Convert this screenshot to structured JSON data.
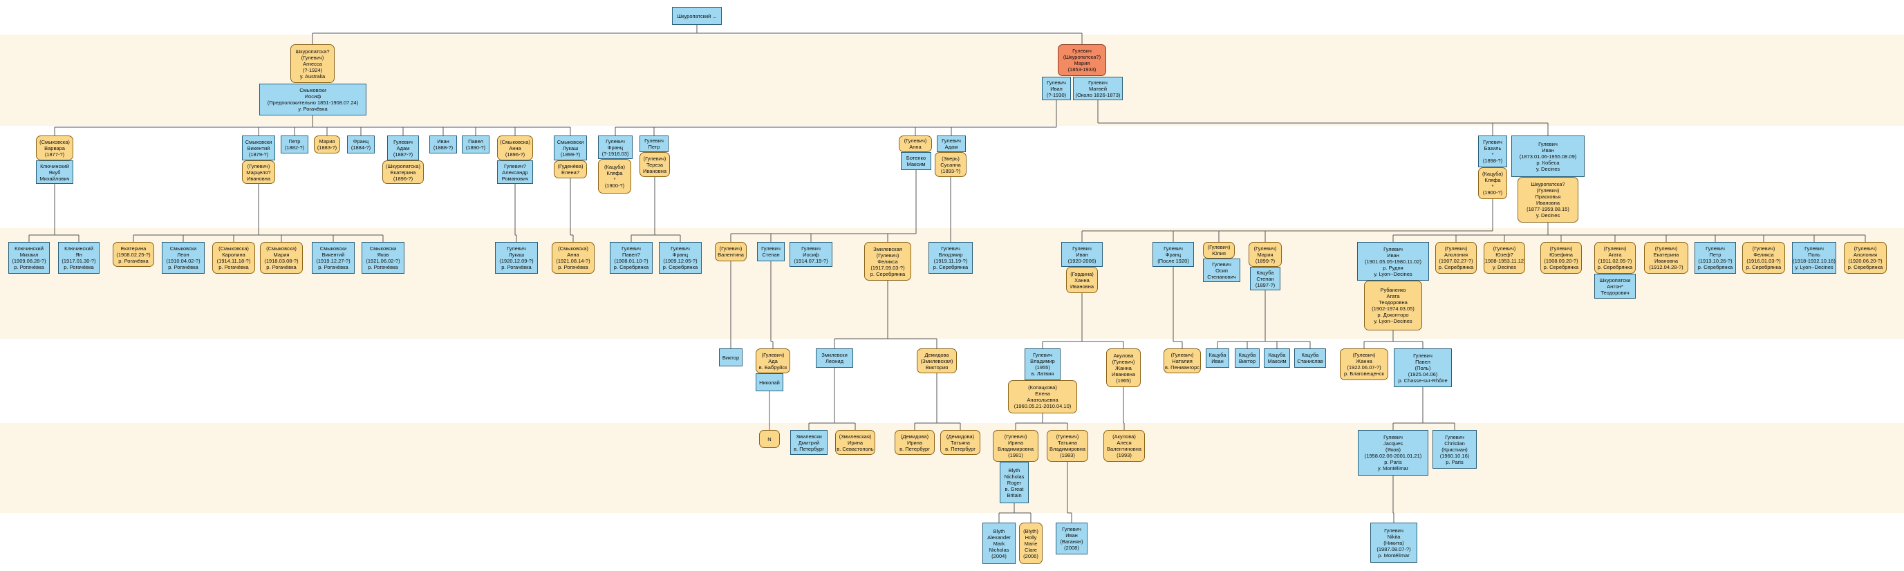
{
  "colors": {
    "male": "#9fd8f0",
    "female": "#fbd78a",
    "highlight": "#f28a63",
    "band": "#fdf5e6",
    "line": "#555555"
  },
  "nodes": [
    {
      "id": "root",
      "sex": "m",
      "lines": [
        "Шкуропатский ..."
      ]
    },
    {
      "id": "g1_agnessa",
      "sex": "f",
      "lines": [
        "Шкуропатска?",
        "(Гулевич)",
        "Агнесса",
        "(?-1924)",
        "у. Australia"
      ]
    },
    {
      "id": "g1_iosif",
      "sex": "m",
      "lines": [
        "Смыковски",
        "Иосиф",
        "(Предположительно 1851-1908.07.24)",
        "у. Рогачёвка"
      ]
    },
    {
      "id": "g1_maria",
      "sex": "hl",
      "lines": [
        "Гулевич",
        "(Шкуропатска?)",
        "Мария",
        "(1853-1933)"
      ]
    },
    {
      "id": "g1_ivan",
      "sex": "m",
      "lines": [
        "Гулевич",
        "Иван",
        "(?-1930)"
      ]
    },
    {
      "id": "g1_matvei",
      "sex": "m",
      "lines": [
        "Гулевич",
        "Матвей",
        "(Около 1826-1873)"
      ]
    },
    {
      "id": "g2_varvara",
      "sex": "f",
      "lines": [
        "(Смыковска)",
        "Варвара",
        "(1877-?)"
      ]
    },
    {
      "id": "g2_yakub",
      "sex": "m",
      "lines": [
        "Ключинский",
        "Якуб",
        "Михайлович"
      ]
    },
    {
      "id": "g2_vikentii",
      "sex": "m",
      "lines": [
        "Смыковски",
        "Викентий",
        "(1879-?)"
      ]
    },
    {
      "id": "g2_marcelya",
      "sex": "f",
      "lines": [
        "(Гулевич)",
        "Марцеля?",
        "Ивановна"
      ]
    },
    {
      "id": "g2_petr",
      "sex": "m",
      "lines": [
        "Петр",
        "(1882-?)"
      ]
    },
    {
      "id": "g2_maria",
      "sex": "f",
      "lines": [
        "Мария",
        "(1883-?)"
      ]
    },
    {
      "id": "g2_frants",
      "sex": "m",
      "lines": [
        "Франц",
        "(1884-?)"
      ]
    },
    {
      "id": "g2_adam",
      "sex": "m",
      "lines": [
        "Гулевич",
        "Адам",
        "(1887-?)"
      ]
    },
    {
      "id": "g2_ekaterina",
      "sex": "f",
      "lines": [
        "(Шкуропатска)",
        "Екатерина",
        "(1896-?)"
      ]
    },
    {
      "id": "g2_ivan",
      "sex": "m",
      "lines": [
        "Иван",
        "(1888-?)"
      ]
    },
    {
      "id": "g2_pavel",
      "sex": "m",
      "lines": [
        "Павел",
        "(1890-?)"
      ]
    },
    {
      "id": "g2_anna",
      "sex": "f",
      "lines": [
        "(Смыковска)",
        "Анна",
        "(1896-?)"
      ]
    },
    {
      "id": "g2_aleksandr",
      "sex": "m",
      "lines": [
        "Гулевич?",
        "Александр",
        "Романович"
      ]
    },
    {
      "id": "g2_lukash",
      "sex": "m",
      "lines": [
        "Смыковски",
        "Лукаш",
        "(1899-?)"
      ]
    },
    {
      "id": "g2_elena",
      "sex": "f",
      "lines": [
        "(Гуденёва)",
        "Елена?"
      ]
    },
    {
      "id": "g2_frants2",
      "sex": "m",
      "lines": [
        "Гулевич",
        "Франц",
        "(?-1918.03)"
      ]
    },
    {
      "id": "g2_klyafa",
      "sex": "f",
      "lines": [
        "(Кацуба)",
        "Кляфа",
        "*",
        "(1900-?)"
      ]
    },
    {
      "id": "g2_petr2",
      "sex": "m",
      "lines": [
        "Гулевич",
        "Петр"
      ]
    },
    {
      "id": "g2_tereza",
      "sex": "f",
      "lines": [
        "(Гулевич)",
        "Тереза",
        "Ивановна"
      ]
    },
    {
      "id": "g2_anna2",
      "sex": "f",
      "lines": [
        "(Гулевич)",
        "Анна"
      ]
    },
    {
      "id": "g2_botenko",
      "sex": "m",
      "lines": [
        "Ботенко",
        "Максим"
      ]
    },
    {
      "id": "g2_adam2",
      "sex": "m",
      "lines": [
        "Гулевич",
        "Адам"
      ]
    },
    {
      "id": "g2_susanna",
      "sex": "f",
      "lines": [
        "(Зверь)",
        "Сусанна",
        "(1893-?)"
      ]
    },
    {
      "id": "g2_bazyl",
      "sex": "m",
      "lines": [
        "Гулевич",
        "Базиль",
        "*",
        "(1898-?)"
      ]
    },
    {
      "id": "g2_klyafa2",
      "sex": "f",
      "lines": [
        "(Кацуба)",
        "Кляфа",
        "*",
        "(1900-?)"
      ]
    },
    {
      "id": "g2_ivan2",
      "sex": "m",
      "lines": [
        "Гулевич",
        "Иван",
        "(1873.01.06-1955.08.09)",
        "р. Кобеса",
        "у. Decines"
      ]
    },
    {
      "id": "g2_praskovya",
      "sex": "f",
      "lines": [
        "Шкуропатска?",
        "(Гулевич)",
        "Прасковья",
        "Ивановна",
        "(1877-1959.08.15)",
        "у. Decines"
      ]
    },
    {
      "id": "g3_mikhail",
      "sex": "m",
      "lines": [
        "Ключинский",
        "Михаил",
        "(1909.08.28-?)",
        "р. Рогачёвка"
      ]
    },
    {
      "id": "g3_yan",
      "sex": "m",
      "lines": [
        "Ключинский",
        "Ян",
        "(1917.01.30-?)",
        "р. Рогачёвка"
      ]
    },
    {
      "id": "g3_ekaterina",
      "sex": "f",
      "lines": [
        "Екатерина",
        "(1908.02.25-?)",
        "р. Рогачёвка"
      ]
    },
    {
      "id": "g3_leon",
      "sex": "m",
      "lines": [
        "Смыковски",
        "Леон",
        "(1910.04.02-?)",
        "р. Рогачёвка"
      ]
    },
    {
      "id": "g3_karolina",
      "sex": "f",
      "lines": [
        "(Смыковска)",
        "Каролина",
        "(1914.11.18-?)",
        "р. Рогачёвка"
      ]
    },
    {
      "id": "g3_maria",
      "sex": "f",
      "lines": [
        "(Смыковска)",
        "Мария",
        "(1918.03.08-?)",
        "р. Рогачёвка"
      ]
    },
    {
      "id": "g3_vikentii",
      "sex": "m",
      "lines": [
        "Смыковски",
        "Викентий",
        "(1919.12.27-?)",
        "р. Рогачёвка"
      ]
    },
    {
      "id": "g3_yakov",
      "sex": "m",
      "lines": [
        "Смыковски",
        "Яков",
        "(1921.06.02-?)",
        "р. Рогачёвка"
      ]
    },
    {
      "id": "g3_lukash",
      "sex": "m",
      "lines": [
        "Гулевич",
        "Лукаш",
        "(1920.12.09-?)",
        "р. Рогачёвка"
      ]
    },
    {
      "id": "g3_anna",
      "sex": "f",
      "lines": [
        "(Смыковска)",
        "Анна",
        "(1921.08.14-?)",
        "р. Рогачёвка"
      ]
    },
    {
      "id": "g3_pavel",
      "sex": "m",
      "lines": [
        "Гулевич",
        "Павел?",
        "(1908.01.10-?)",
        "р. Серебрянка"
      ]
    },
    {
      "id": "g3_frants",
      "sex": "m",
      "lines": [
        "Гулевич",
        "Франц",
        "(1909.12.05-?)",
        "р. Серебрянка"
      ]
    },
    {
      "id": "g3_valentina",
      "sex": "f",
      "lines": [
        "(Гулевич)",
        "Валентина"
      ]
    },
    {
      "id": "g3_stepan",
      "sex": "m",
      "lines": [
        "Гулевич",
        "Степан"
      ]
    },
    {
      "id": "g3_iosif",
      "sex": "m",
      "lines": [
        "Гулевич",
        "Иосиф",
        "(1914.07.19-?)"
      ]
    },
    {
      "id": "g3_feliksa",
      "sex": "f",
      "lines": [
        "Змилевская",
        "(Гулевич)",
        "Феликса",
        "(1917.09.03-?)",
        "р. Серебрянка"
      ]
    },
    {
      "id": "g3_vlodzimir",
      "sex": "m",
      "lines": [
        "Гулевич",
        "Влодзмир",
        "(1919.11.19-?)",
        "р. Серебрянка"
      ]
    },
    {
      "id": "g3_ivan",
      "sex": "m",
      "lines": [
        "Гулевич",
        "Иван",
        "(1920-2006)"
      ]
    },
    {
      "id": "g3_khanna",
      "sex": "f",
      "lines": [
        "(Гордина)",
        "Ханна",
        "Ивановна"
      ]
    },
    {
      "id": "g3_frants2",
      "sex": "m",
      "lines": [
        "Гулевич",
        "Франц",
        "(После 1920)"
      ]
    },
    {
      "id": "g3_yuliya",
      "sex": "f",
      "lines": [
        "(Гулевич)",
        "Юлия"
      ]
    },
    {
      "id": "g3_osip",
      "sex": "m",
      "lines": [
        "Гулевич",
        "Осип",
        "Степанович"
      ]
    },
    {
      "id": "g3_maria2",
      "sex": "f",
      "lines": [
        "(Гулевич)",
        "Мария",
        "(1899-?)"
      ]
    },
    {
      "id": "g3_stepan2",
      "sex": "m",
      "lines": [
        "Кацуба",
        "Степан",
        "(1897-?)"
      ]
    },
    {
      "id": "g3_ivan2",
      "sex": "m",
      "lines": [
        "Гулевич",
        "Иван",
        "(1901.05.05-1980.11.02)",
        "р. Рудня",
        "у. Lyon--Decines"
      ]
    },
    {
      "id": "g3_agata",
      "sex": "f",
      "lines": [
        "Рубаненко",
        "Агата",
        "Теодоровна",
        "(1902-1974.03.05)",
        "р. Доконторо",
        "у. Lyon--Decines"
      ]
    },
    {
      "id": "g3_apolonia",
      "sex": "f",
      "lines": [
        "(Гулевич)",
        "Аполония",
        "(1907.02.27-?)",
        "р. Серебрянка"
      ]
    },
    {
      "id": "g3_yuzef",
      "sex": "f",
      "lines": [
        "(Гулевич)",
        "Юзеф?",
        "(1908-1953.11.12)",
        "у. Decines"
      ]
    },
    {
      "id": "g3_yuzefina",
      "sex": "f",
      "lines": [
        "(Гулевич)",
        "Юзефина",
        "(1908.09.20-?)",
        "р. Серебрянка"
      ]
    },
    {
      "id": "g3_agata2",
      "sex": "f",
      "lines": [
        "(Гулевич)",
        "Агата",
        "(1911.02.05-?)",
        "р. Серебрянка"
      ]
    },
    {
      "id": "g3_anton",
      "sex": "m",
      "lines": [
        "Шкуропатски",
        "Антон*",
        "Теодорович"
      ]
    },
    {
      "id": "g3_ekaterina2",
      "sex": "f",
      "lines": [
        "(Гулевич)",
        "Екатерина",
        "Ивановна",
        "(1912.04.28-?)"
      ]
    },
    {
      "id": "g3_petr",
      "sex": "m",
      "lines": [
        "Гулевич",
        "Петр",
        "(1913.10.26-?)",
        "р. Серебрянка"
      ]
    },
    {
      "id": "g3_feliksa2",
      "sex": "f",
      "lines": [
        "(Гулевич)",
        "Феликса",
        "(1916.01.03-?)",
        "р. Серебрянка"
      ]
    },
    {
      "id": "g3_pol",
      "sex": "m",
      "lines": [
        "Гулевич",
        "Поль",
        "(1918-1932.10.16)",
        "у. Lyon--Decines"
      ]
    },
    {
      "id": "g3_apolonia2",
      "sex": "f",
      "lines": [
        "(Гулевич)",
        "Аполония",
        "(1920.06.20-?)",
        "р. Серебрянка"
      ]
    },
    {
      "id": "g4_viktor",
      "sex": "m",
      "lines": [
        "Виктор"
      ]
    },
    {
      "id": "g4_ada",
      "sex": "f",
      "lines": [
        "(Гулевич)",
        "Ада",
        "в. Бабруйск"
      ]
    },
    {
      "id": "g4_nikolai",
      "sex": "m",
      "lines": [
        "Николай"
      ]
    },
    {
      "id": "g4_leonid",
      "sex": "m",
      "lines": [
        "Змилевски",
        "Леонид"
      ]
    },
    {
      "id": "g4_viktoria",
      "sex": "f",
      "lines": [
        "Демидова",
        "(Змилевская)",
        "Виктория"
      ]
    },
    {
      "id": "g4_vladimir",
      "sex": "m",
      "lines": [
        "Гулевич",
        "Владимир",
        "(1955)",
        "в. Латвия"
      ]
    },
    {
      "id": "g4_elena",
      "sex": "f",
      "lines": [
        "(Копацкова)",
        "Елена",
        "Анатольевна",
        "(1960.05.21-2010.04.10)"
      ]
    },
    {
      "id": "g4_zhanna",
      "sex": "f",
      "lines": [
        "Акулова",
        "(Гулевич)",
        "Жанна",
        "Ивановна",
        "(1965)"
      ]
    },
    {
      "id": "g4_natalia",
      "sex": "f",
      "lines": [
        "(Гулевич)",
        "Наталия",
        "в. Пенмангорс"
      ]
    },
    {
      "id": "g4_ivan",
      "sex": "m",
      "lines": [
        "Кацуба",
        "Иван"
      ]
    },
    {
      "id": "g4_viktor2",
      "sex": "m",
      "lines": [
        "Кацуба",
        "Виктор"
      ]
    },
    {
      "id": "g4_maksim",
      "sex": "m",
      "lines": [
        "Кацуба",
        "Максим"
      ]
    },
    {
      "id": "g4_stanislav",
      "sex": "m",
      "lines": [
        "Кацуба",
        "Станислав"
      ]
    },
    {
      "id": "g4_zhanna2",
      "sex": "f",
      "lines": [
        "(Гулевич)",
        "Жанна",
        "(1922.06.07-?)",
        "р. Благовещенск"
      ]
    },
    {
      "id": "g4_pavel",
      "sex": "m",
      "lines": [
        "Гулевич",
        "Павел",
        "(Поль)",
        "(1925.04.06)",
        "р. Chasse-sur-Rhône"
      ]
    },
    {
      "id": "g5_n",
      "sex": "f",
      "lines": [
        "N"
      ]
    },
    {
      "id": "g5_dmitrii",
      "sex": "m",
      "lines": [
        "Змилевски",
        "Дмитрий",
        "в. Петербург"
      ]
    },
    {
      "id": "g5_irina",
      "sex": "f",
      "lines": [
        "(Змилевская)",
        "Ирина",
        "в. Севастополь"
      ]
    },
    {
      "id": "g5_irina2",
      "sex": "f",
      "lines": [
        "(Демидова)",
        "Ирина",
        "в. Петербург"
      ]
    },
    {
      "id": "g5_tatiana",
      "sex": "f",
      "lines": [
        "(Демидова)",
        "Татьяна",
        "в. Петербург"
      ]
    },
    {
      "id": "g5_irina3",
      "sex": "f",
      "lines": [
        "(Гулевич)",
        "Ирина",
        "Владимировна",
        "(1981)"
      ]
    },
    {
      "id": "g5_tatiana2",
      "sex": "f",
      "lines": [
        "(Гулевич)",
        "Татьяна",
        "Владимировна",
        "(1983)"
      ]
    },
    {
      "id": "g5_aleksei",
      "sex": "f",
      "lines": [
        "(Акулова)",
        "Алеся",
        "Валентиновна",
        "(1993)"
      ]
    },
    {
      "id": "g5_blyth",
      "sex": "m",
      "lines": [
        "Blyth",
        "Nicholas",
        "Roger",
        "в. Great",
        "Britain"
      ]
    },
    {
      "id": "g5_jacques",
      "sex": "m",
      "lines": [
        "Гулевич",
        "Jacques",
        "(Яков)",
        "(1958.02.06-2001.01.21)",
        "р. Paris",
        "у. Montélimar"
      ]
    },
    {
      "id": "g5_christian",
      "sex": "m",
      "lines": [
        "Гулевич",
        "Christian",
        "(Кристиан)",
        "(1960.10.16)",
        "р. Paris"
      ]
    },
    {
      "id": "g6_alexander",
      "sex": "m",
      "lines": [
        "Blyth",
        "Alexander",
        "Mark",
        "Nicholas",
        "(2004)"
      ]
    },
    {
      "id": "g6_holly",
      "sex": "f",
      "lines": [
        "(Blyth)",
        "Holly",
        "Marie",
        "Clare",
        "(2006)"
      ]
    },
    {
      "id": "g6_ivan",
      "sex": "m",
      "lines": [
        "Гулевич",
        "Иван",
        "(Ваганян)",
        "(2008)"
      ]
    },
    {
      "id": "g6_nikita",
      "sex": "m",
      "lines": [
        "Гулевич",
        "Nikita",
        "(Никита)",
        "(1987.08.07-?)",
        "р. Montélimar"
      ]
    }
  ]
}
